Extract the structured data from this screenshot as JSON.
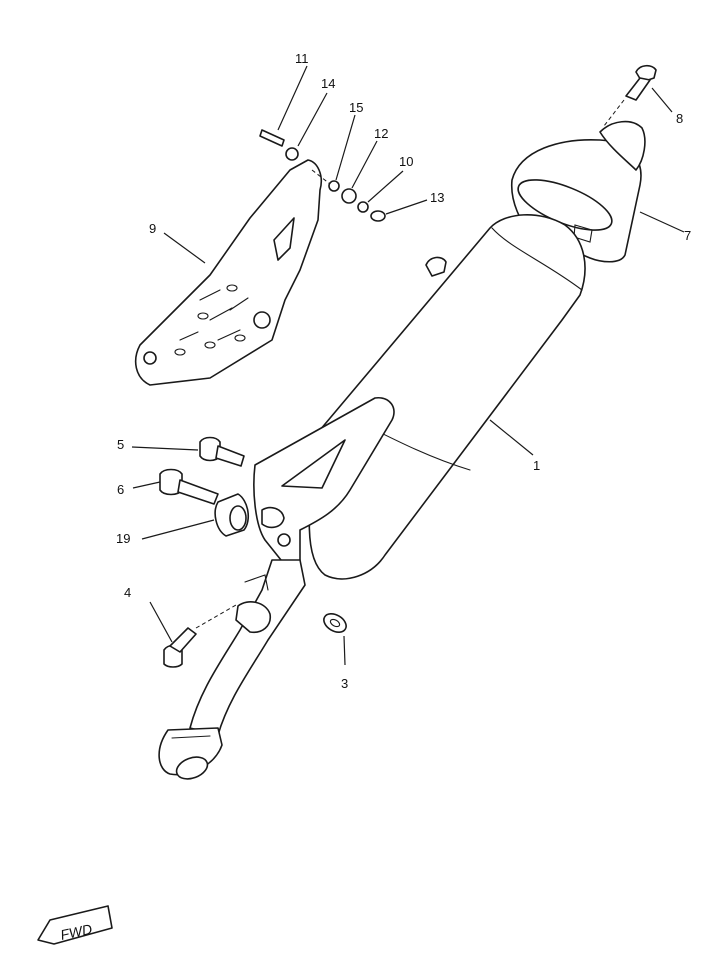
{
  "callouts": [
    {
      "id": "1",
      "label": "1"
    },
    {
      "id": "3",
      "label": "3"
    },
    {
      "id": "4",
      "label": "4"
    },
    {
      "id": "5",
      "label": "5"
    },
    {
      "id": "6",
      "label": "6"
    },
    {
      "id": "7",
      "label": "7"
    },
    {
      "id": "8",
      "label": "8"
    },
    {
      "id": "9",
      "label": "9"
    },
    {
      "id": "10",
      "label": "10"
    },
    {
      "id": "11",
      "label": "11"
    },
    {
      "id": "12",
      "label": "12"
    },
    {
      "id": "13",
      "label": "13"
    },
    {
      "id": "14",
      "label": "14"
    },
    {
      "id": "15",
      "label": "15"
    },
    {
      "id": "19",
      "label": "19"
    }
  ],
  "fwd_marker": {
    "text": "FWD"
  }
}
